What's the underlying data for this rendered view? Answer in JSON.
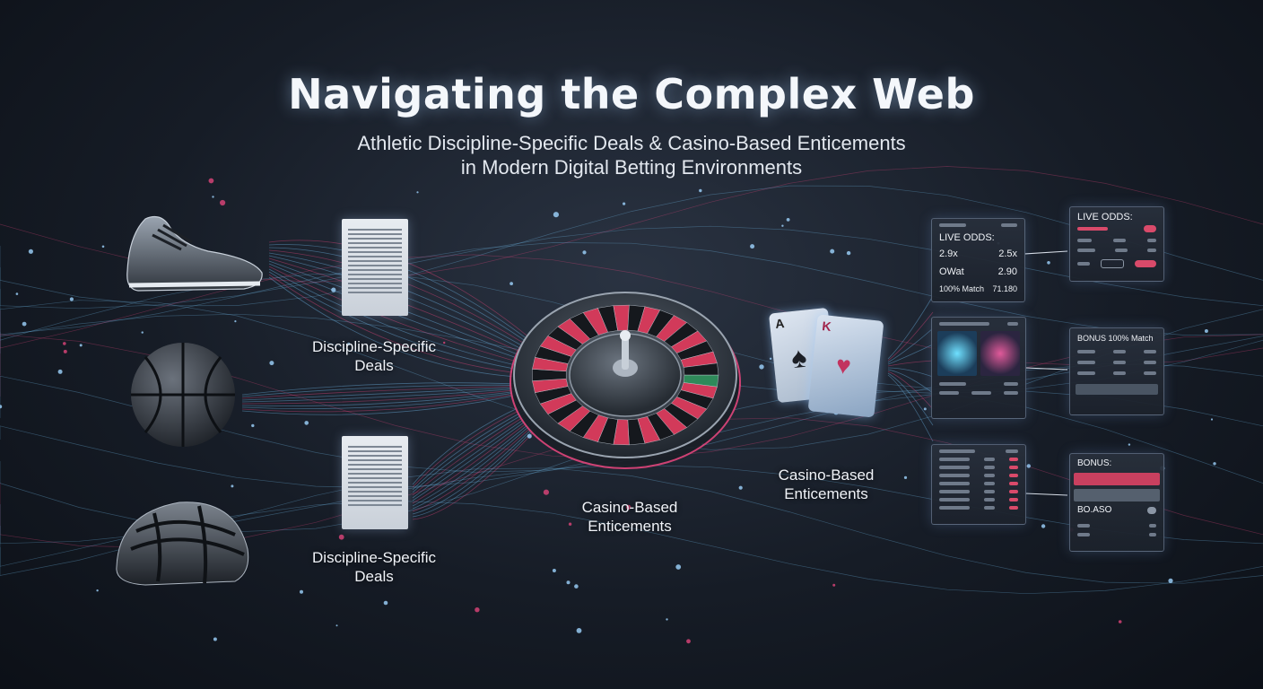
{
  "header": {
    "title": "Navigating the Complex Web",
    "subtitle_line1": "Athletic Discipline-Specific Deals & Casino-Based Enticements",
    "subtitle_line2": "in Modern Digital Betting Environments"
  },
  "labels": {
    "deals_top": [
      "Discipline-Specific",
      "Deals"
    ],
    "deals_bottom": [
      "Discipline-Specific",
      "Deals"
    ],
    "casino_center": [
      "Casino-Based",
      "Enticements"
    ],
    "casino_right": [
      "Casino-Based",
      "Enticements"
    ]
  },
  "panels": {
    "odds_main": {
      "heading": "LIVE ODDS:",
      "rows": [
        {
          "left": "2.9x",
          "right": "2.5x"
        },
        {
          "left": "OWat",
          "right": "2.90"
        },
        {
          "left": "100% Match",
          "right": "71.180"
        }
      ]
    },
    "odds_small": {
      "heading": "LIVE ODDS:"
    },
    "bonus_match": {
      "heading": "BONUS 100% Match"
    },
    "bonus": {
      "heading": "BONUS:",
      "value": "BO.ASO"
    }
  },
  "cards": {
    "ace": "A",
    "king": "K"
  },
  "icons": [
    "sneaker-icon",
    "basketball-icon",
    "helmet-icon",
    "document-icon",
    "roulette-wheel-icon",
    "playing-cards-icon"
  ],
  "colors": {
    "accent_pink": "#e0457b",
    "accent_blue": "#6fb6e6",
    "panel_red": "#d94a6a"
  }
}
